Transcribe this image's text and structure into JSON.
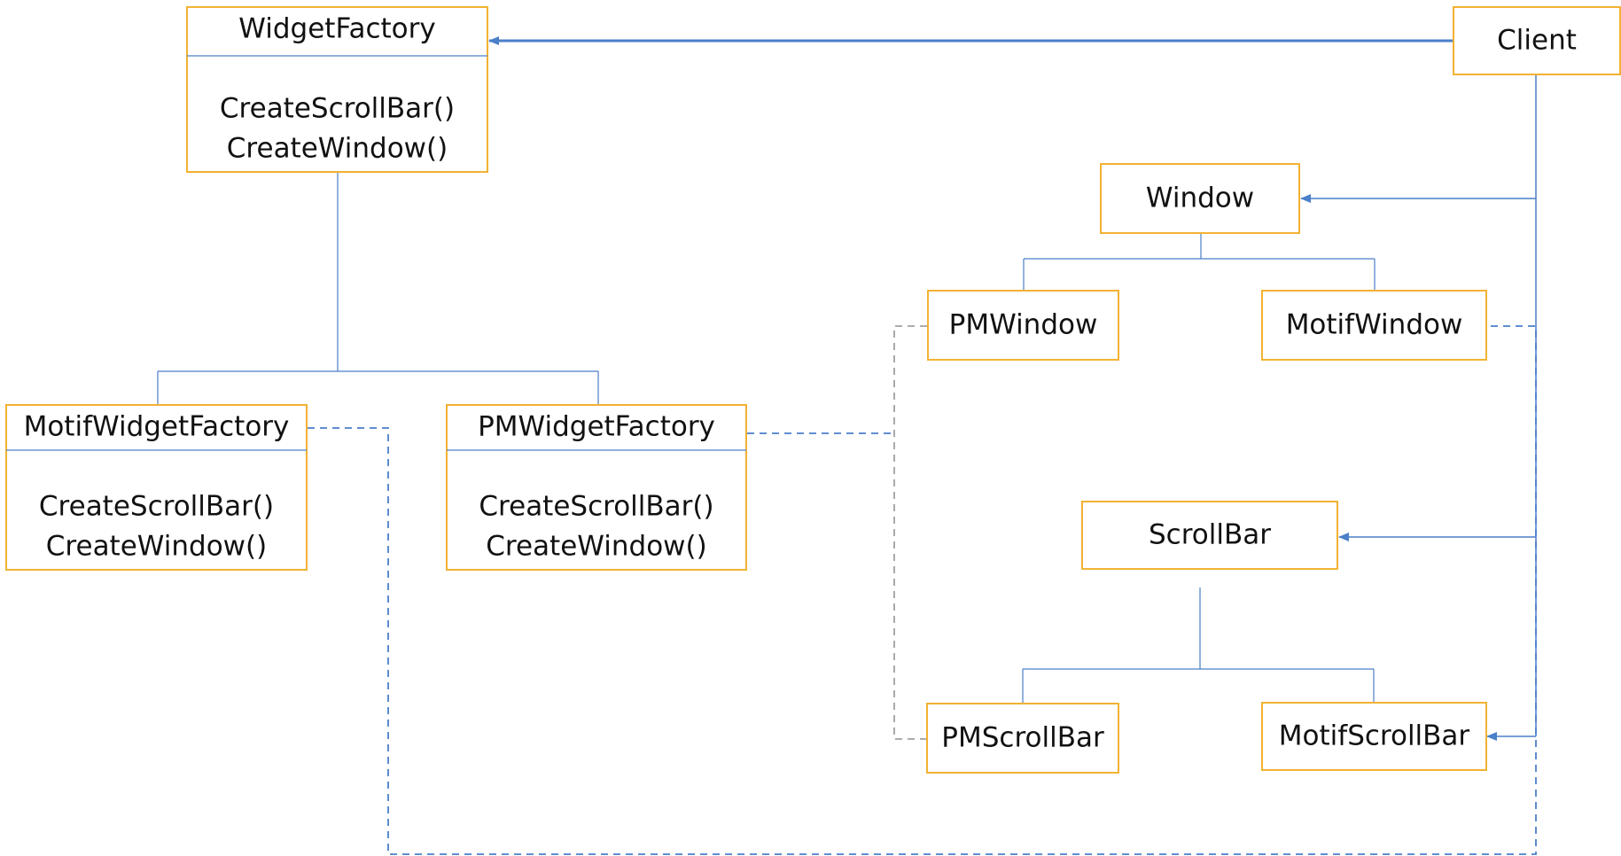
{
  "colors": {
    "box_border": "#F2B233",
    "solid_line": "#4A7FC9",
    "blue_dashed": "#4A7FC9",
    "gray_dashed": "#A0A0A0",
    "text": "#111111"
  },
  "classes": {
    "widget_factory": {
      "name": "WidgetFactory",
      "methods": [
        "CreateScrollBar()",
        "CreateWindow()"
      ]
    },
    "motif_widget_factory": {
      "name": "MotifWidgetFactory",
      "methods": [
        "CreateScrollBar()",
        "CreateWindow()"
      ]
    },
    "pm_widget_factory": {
      "name": "PMWidgetFactory",
      "methods": [
        "CreateScrollBar()",
        "CreateWindow()"
      ]
    },
    "client": {
      "name": "Client"
    },
    "window": {
      "name": "Window"
    },
    "pm_window": {
      "name": "PMWindow"
    },
    "motif_window": {
      "name": "MotifWindow"
    },
    "scroll_bar": {
      "name": "ScrollBar"
    },
    "pm_scroll_bar": {
      "name": "PMScrollBar"
    },
    "motif_scroll_bar": {
      "name": "MotifScrollBar"
    }
  },
  "relations": {
    "associations": [
      {
        "from": "client",
        "to": "widget_factory"
      },
      {
        "from": "client",
        "to": "window"
      },
      {
        "from": "client",
        "to": "scroll_bar"
      },
      {
        "from": "client",
        "to": "motif_scroll_bar"
      }
    ],
    "inheritance": [
      {
        "parent": "widget_factory",
        "children": [
          "motif_widget_factory",
          "pm_widget_factory"
        ]
      },
      {
        "parent": "window",
        "children": [
          "pm_window",
          "motif_window"
        ]
      },
      {
        "parent": "scroll_bar",
        "children": [
          "pm_scroll_bar",
          "motif_scroll_bar"
        ]
      }
    ],
    "creates": [
      {
        "from": "motif_widget_factory",
        "to": [
          "motif_window",
          "motif_scroll_bar"
        ]
      },
      {
        "from": "pm_widget_factory",
        "to": [
          "pm_window",
          "pm_scroll_bar"
        ]
      }
    ]
  }
}
